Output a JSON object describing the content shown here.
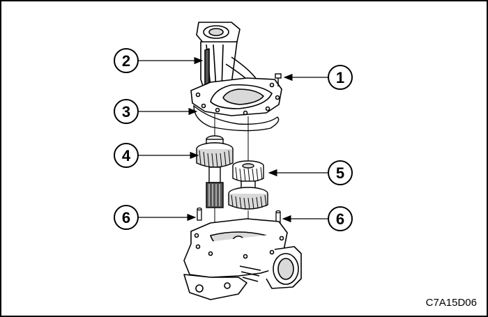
{
  "figure_code": "C7A15D06",
  "callouts": [
    {
      "id": "c1",
      "label": "1"
    },
    {
      "id": "c2",
      "label": "2"
    },
    {
      "id": "c3",
      "label": "3"
    },
    {
      "id": "c4",
      "label": "4"
    },
    {
      "id": "c5",
      "label": "5"
    },
    {
      "id": "c6a",
      "label": "6"
    },
    {
      "id": "c6b",
      "label": "6"
    }
  ],
  "colors": {
    "stroke": "#000000",
    "fill": "#ffffff",
    "shade": "#d9d9d9",
    "dark": "#555555"
  }
}
